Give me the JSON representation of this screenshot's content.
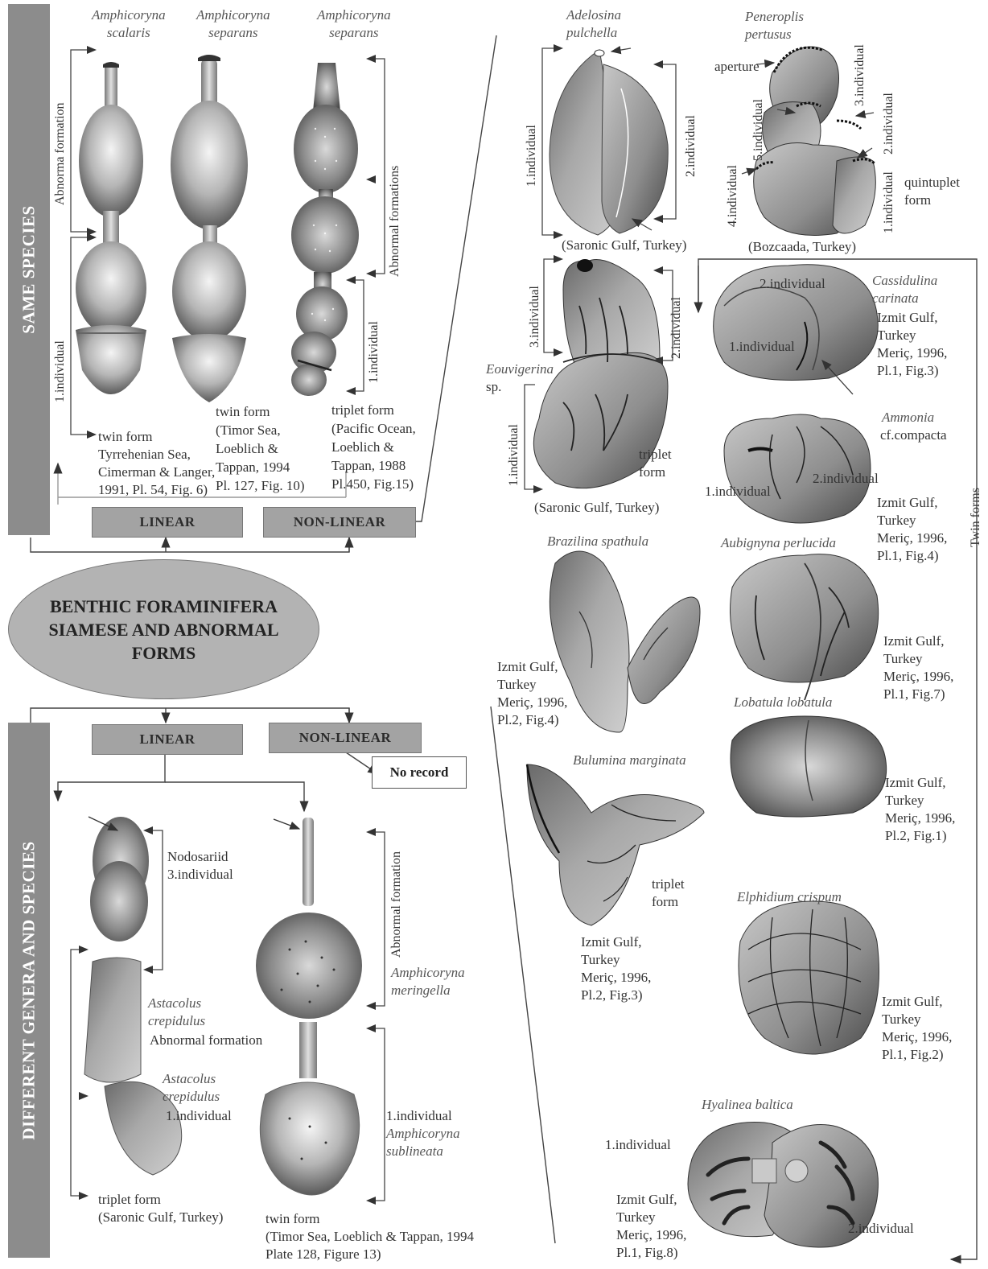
{
  "central_title": "BENTHIC FORAMINIFERA\nSIAMESE AND ABNORMAL\nFORMS",
  "bands": {
    "same_species": "SAME SPECIES",
    "different": "DIFFERENT GENERA AND SPECIES"
  },
  "boxes": {
    "linear_top": "LINEAR",
    "nonlinear_top": "NON-LINEAR",
    "linear_bottom": "LINEAR",
    "nonlinear_bottom": "NON-LINEAR",
    "no_record": "No record"
  },
  "same_species": {
    "sp1_name": "Amphicoryna\nscalaris",
    "sp2_name": "Amphicoryna\nseparans",
    "sp3_name": "Amphicoryna\nseparans",
    "abnorma_formation": "Abnorma  formation",
    "individual_left": "1.individual",
    "abnormal_formations": "Abnormal formations",
    "individual_right": "1.individual",
    "cap1": "twin form\nTyrrehenian Sea,\nCimerman & Langer,\n1991, Pl. 54, Fig. 6)",
    "cap2": "twin form\n(Timor Sea,\nLoeblich &\nTappan, 1994\nPl. 127, Fig. 10)",
    "cap3": "triplet form\n(Pacific Ocean,\nLoeblich &\nTappan, 1988\nPl.450, Fig.15)"
  },
  "different": {
    "nodosariid": "Nodosariid\n3.individual",
    "astacolus1": "Astacolus\ncrepidulus",
    "abnormal_formation": "Abnormal formation",
    "astacolus2": "Astacolus\ncrepidulus",
    "individual1": "1.individual",
    "triplet": "triplet form\n(Saronic Gulf, Turkey)",
    "abnormal_formation_v": "Abnormal formation",
    "meringella": "Amphicoryna\nmeringella",
    "sublineata_ind": "1.individual",
    "sublineata": "Amphicoryna\nsublineata",
    "twin_caption": "twin form\n(Timor Sea, Loeblich & Tappan, 1994\nPlate 128, Figure 13)"
  },
  "right": {
    "adelosina_name": "Adelosina\npulchella",
    "adelosina_ind1": "1.individual",
    "adelosina_ind2": "2.individual",
    "adelosina_loc": "(Saronic Gulf, Turkey)",
    "peneroplis_name": "Peneroplis\npertusus",
    "aperture": "aperture",
    "pen_ind5": "5.individual",
    "pen_ind4": "4.individual",
    "pen_ind3": "3.individual",
    "pen_ind2": "2.individual",
    "pen_ind1": "1.individual",
    "quintuplet": "quintuplet\nform",
    "pen_loc": "(Bozcaada, Turkey)",
    "eou_ind3": "3.individual",
    "eou_ind2": "2.individual",
    "eou_name": "Eouvigerina",
    "eou_sp": "sp.",
    "eou_ind1": "1.individual",
    "eou_triplet": "triplet\nform",
    "eou_loc": "(Saronic Gulf, Turkey)",
    "cass_ind2": "2.individual",
    "cass_ind1": "1.individual",
    "cass_name": "Cassidulina\ncarinata",
    "cass_ref": "Izmit Gulf,\nTurkey\nMeriç, 1996,\nPl.1, Fig.3)",
    "amm_name": "Ammonia",
    "amm_cf": "cf.compacta",
    "amm_ind1": "1.individual",
    "amm_ind2": "2.individual",
    "amm_ref": "Izmit Gulf,\nTurkey\nMeriç, 1996,\nPl.1, Fig.4)",
    "twin_forms": "Twin forms",
    "braz_name": "Brazilina spathula",
    "braz_ref": "Izmit Gulf,\nTurkey\nMeriç, 1996,\nPl.2, Fig.4)",
    "aub_name": "Aubignyna perlucida",
    "aub_ref": "Izmit Gulf,\nTurkey\nMeriç, 1996,\nPl.1, Fig.7)",
    "lob_name": "Lobatula lobatula",
    "lob_ref": "Izmit Gulf,\nTurkey\nMeriç, 1996,\nPl.2, Fig.1)",
    "bul_name": "Bulumina marginata",
    "bul_triplet": "triplet\nform",
    "bul_ref": "Izmit Gulf,\nTurkey\nMeriç, 1996,\nPl.2, Fig.3)",
    "elph_name": "Elphidium crispum",
    "elph_ref": "Izmit Gulf,\nTurkey\nMeriç, 1996,\nPl.1, Fig.2)",
    "hyal_name": "Hyalinea baltica",
    "hyal_ind1": "1.individual",
    "hyal_ref": "Izmit Gulf,\nTurkey\nMeriç, 1996,\nPl.1, Fig.8)",
    "hyal_ind2": "2.individual"
  }
}
